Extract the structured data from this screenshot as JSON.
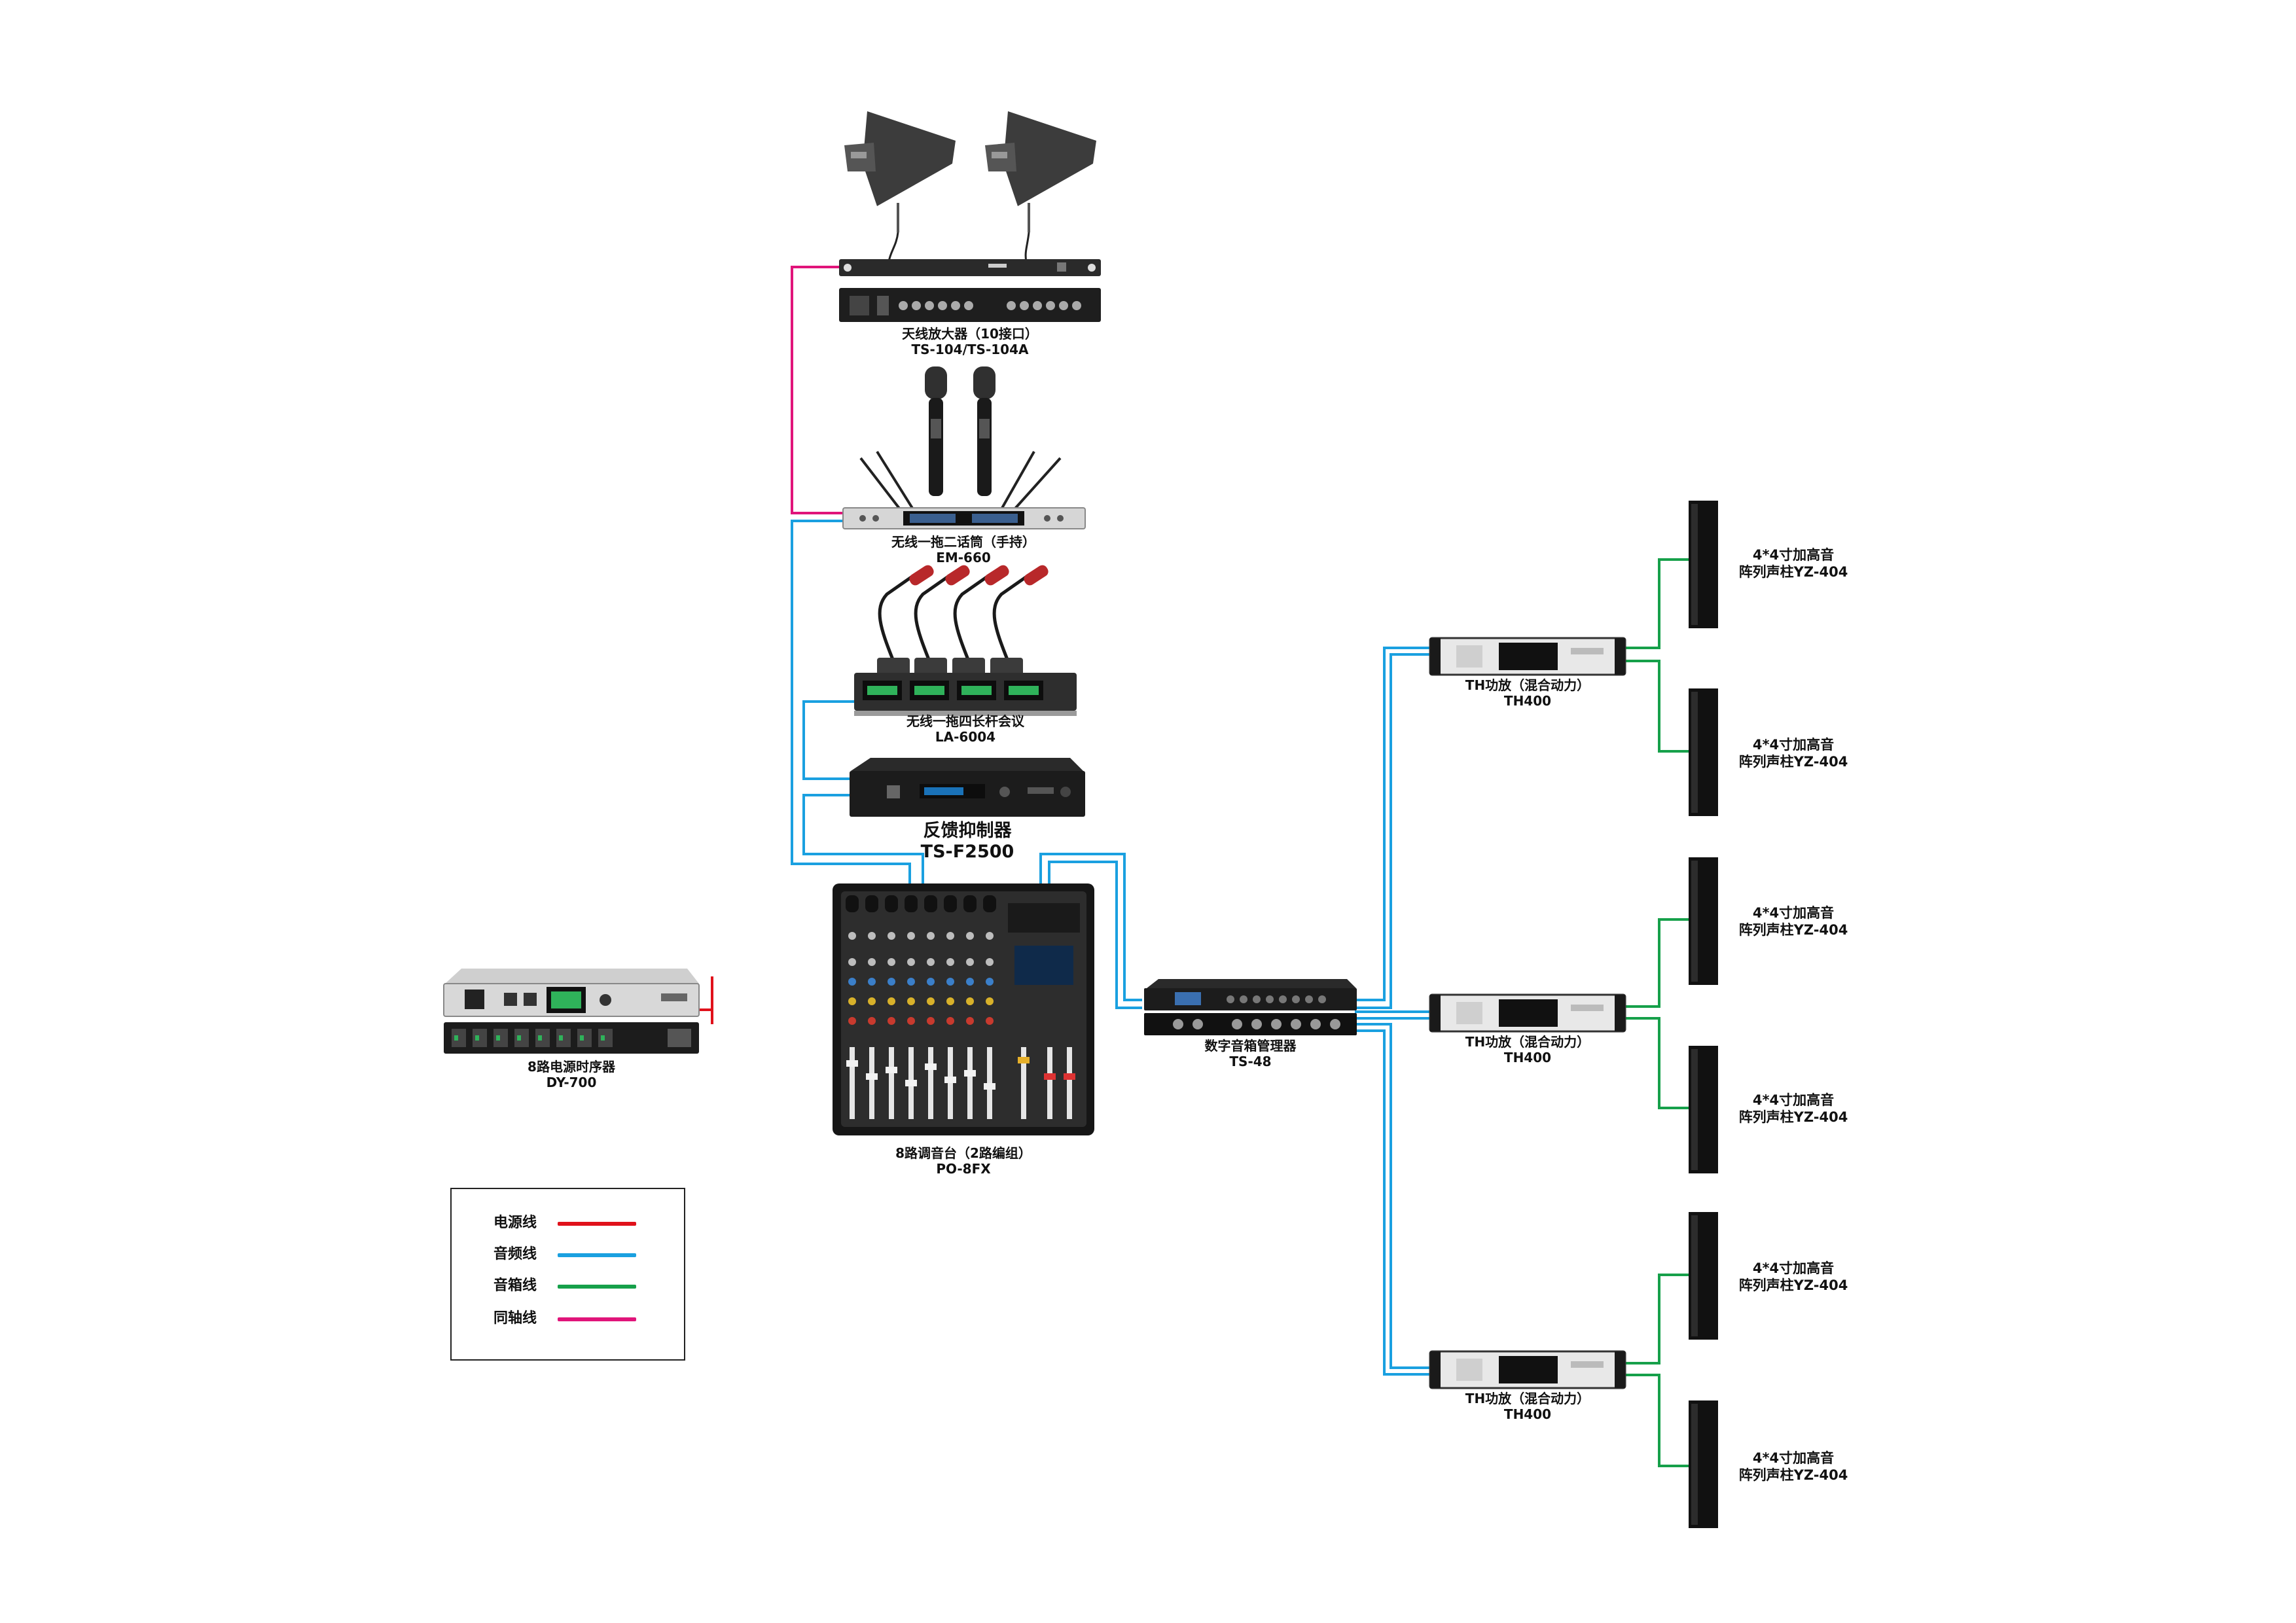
{
  "devices": {
    "antenna_amp": {
      "name": "天线放大器（10接口）",
      "model": "TS-104/TS-104A"
    },
    "wireless_mic": {
      "name": "无线一拖二话筒（手持）",
      "model": "EM-660"
    },
    "conference_mic": {
      "name": "无线一拖四长杆会议",
      "model": "LA-6004"
    },
    "feedback_suppressor": {
      "name": "反馈抑制器",
      "model": "TS-F2500"
    },
    "mixer": {
      "name": "8路调音台（2路编组）",
      "model": "PO-8FX"
    },
    "power_sequencer": {
      "name": "8路电源时序器",
      "model": "DY-700"
    },
    "speaker_manager": {
      "name": "数字音箱管理器",
      "model": "TS-48"
    },
    "amplifiers": [
      {
        "name": "TH功放（混合动力）",
        "model": "TH400"
      },
      {
        "name": "TH功放（混合动力）",
        "model": "TH400"
      },
      {
        "name": "TH功放（混合动力）",
        "model": "TH400"
      }
    ],
    "speakers": [
      {
        "line1": "4*4寸加高音",
        "line2": "阵列声柱YZ-404"
      },
      {
        "line1": "4*4寸加高音",
        "line2": "阵列声柱YZ-404"
      },
      {
        "line1": "4*4寸加高音",
        "line2": "阵列声柱YZ-404"
      },
      {
        "line1": "4*4寸加高音",
        "line2": "阵列声柱YZ-404"
      },
      {
        "line1": "4*4寸加高音",
        "line2": "阵列声柱YZ-404"
      },
      {
        "line1": "4*4寸加高音",
        "line2": "阵列声柱YZ-404"
      }
    ]
  },
  "legend": [
    {
      "label": "电源线",
      "color": "#e0111b"
    },
    {
      "label": "音频线",
      "color": "#1aa0e0"
    },
    {
      "label": "音箱线",
      "color": "#16a04a"
    },
    {
      "label": "同轴线",
      "color": "#e0147a"
    }
  ],
  "colors": {
    "power": "#e0111b",
    "audio": "#1aa0e0",
    "speaker": "#16a04a",
    "coax": "#e0147a"
  }
}
